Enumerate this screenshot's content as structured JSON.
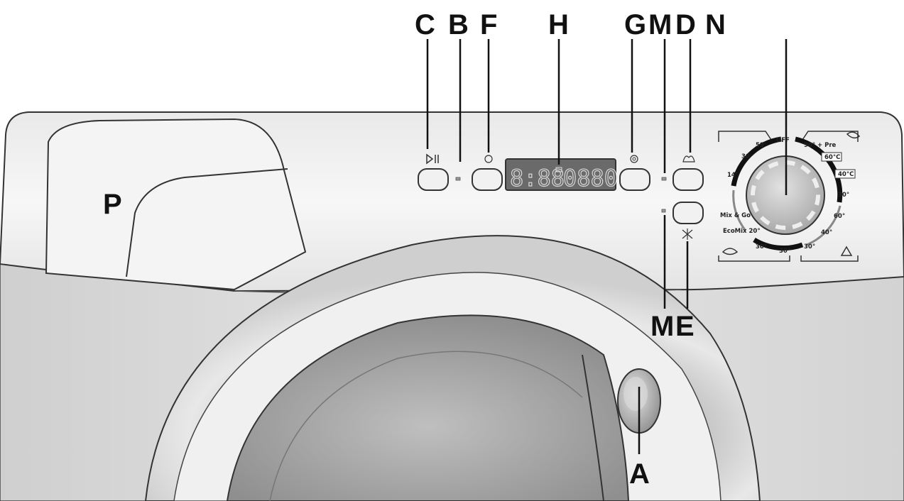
{
  "callouts": {
    "C": "C",
    "B": "B",
    "F": "F",
    "H": "H",
    "G": "G",
    "M_top": "M",
    "D": "D",
    "N": "N",
    "P": "P",
    "M_bottom": "M",
    "E": "E",
    "A": "A"
  },
  "display": {
    "left_digits": "8:88",
    "right_digits": "0880"
  },
  "dial": {
    "off_label": "OFF",
    "left_labels": [
      "59'",
      "30'",
      "14'",
      "Mix & Go"
    ],
    "left_lower_labels": [
      "EcoMix 20°",
      "30°",
      "30°"
    ],
    "right_labels": [
      "90° + Pre",
      "60°C",
      "40°C",
      "30°"
    ],
    "right_lower_labels": [
      "60°",
      "40°",
      "30°"
    ]
  },
  "colors": {
    "panel_light": "#f2f2f2",
    "panel_mid": "#d6d6d6",
    "door_dark": "#9a9a9a",
    "ink": "#111111"
  }
}
